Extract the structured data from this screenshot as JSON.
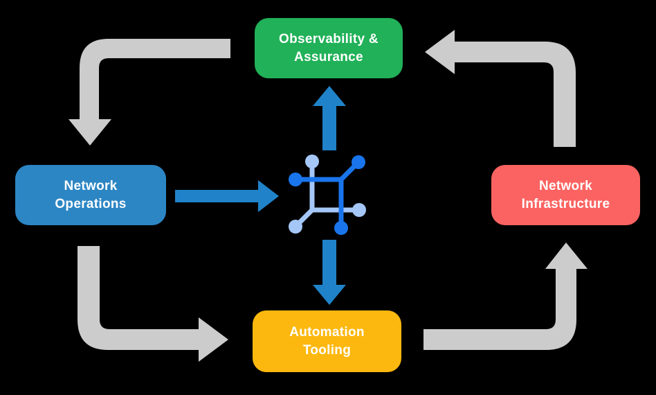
{
  "colors": {
    "background": "#000000",
    "node_text": "#ffffff",
    "green": "#21b158",
    "blue": "#2c86c4",
    "red": "#fa6361",
    "yellow": "#fcb80f",
    "arrow_gray": "#cccccc",
    "arrow_blue": "#2083c9",
    "icon_dark": "#1a75ec",
    "icon_light": "#a5c7f7"
  },
  "nodes": {
    "observability": {
      "line1": "Observability &",
      "line2": "Assurance"
    },
    "operations": {
      "line1": "Network",
      "line2": "Operations"
    },
    "infrastructure": {
      "line1": "Network",
      "line2": "Infrastructure"
    },
    "tooling": {
      "line1": "Automation",
      "line2": "Tooling"
    }
  },
  "icon": {
    "name": "network-automation"
  },
  "edges": [
    {
      "from": "observability",
      "to": "operations",
      "style": "gray"
    },
    {
      "from": "infrastructure",
      "to": "observability",
      "style": "gray"
    },
    {
      "from": "operations",
      "to": "tooling",
      "style": "gray"
    },
    {
      "from": "tooling",
      "to": "infrastructure",
      "style": "gray"
    },
    {
      "from": "operations",
      "to": "center-icon",
      "style": "blue"
    },
    {
      "from": "center-icon",
      "to": "observability",
      "style": "blue"
    },
    {
      "from": "center-icon",
      "to": "tooling",
      "style": "blue"
    }
  ]
}
